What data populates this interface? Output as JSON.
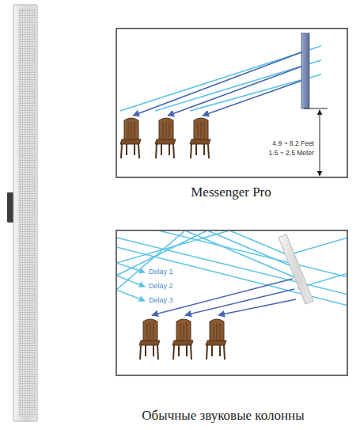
{
  "diagram": {
    "nodes": [
      {
        "text": [
          "Messenger Pro"
        ]
      },
      {
        "text": [
          "Обычные звуковые колонны"
        ]
      }
    ],
    "labels": [
      "4.9 ~ 8.2 Feet",
      "1.5 ~ 2.5 Meter",
      "Delay 1",
      "Delay 2",
      "Delay 3"
    ]
  }
}
